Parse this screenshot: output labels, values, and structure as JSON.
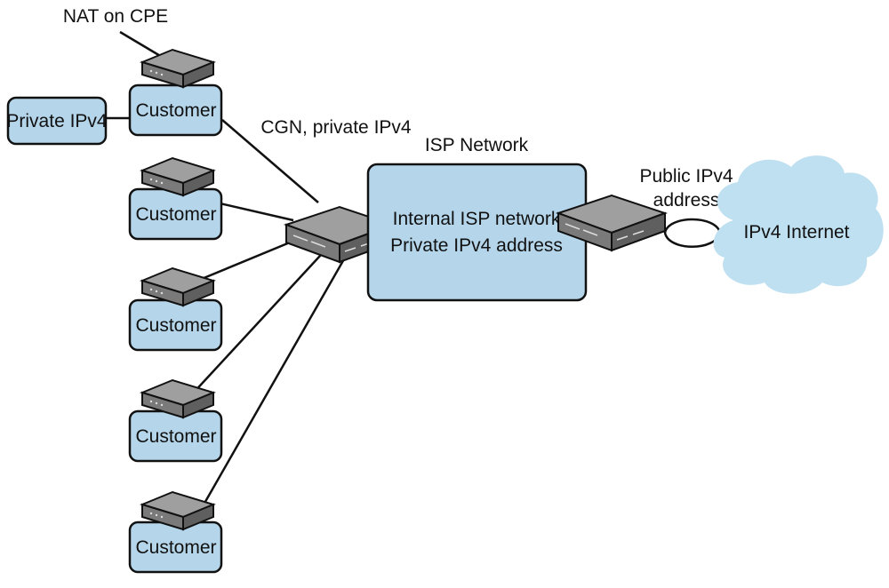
{
  "labels": {
    "nat_on_cpe": "NAT on CPE",
    "cgn_private_ipv4": "CGN, private IPv4",
    "isp_network": "ISP Network",
    "internal_line1": "Internal ISP network",
    "internal_line2": "Private IPv4 address",
    "public_line1": "Public IPv4",
    "public_line2": "address",
    "ipv4_internet": "IPv4 Internet",
    "private_ipv4": "Private IPv4"
  },
  "customers": [
    {
      "label": "Customer"
    },
    {
      "label": "Customer"
    },
    {
      "label": "Customer"
    },
    {
      "label": "Customer"
    },
    {
      "label": "Customer"
    }
  ],
  "colors": {
    "box_fill": "#b5d6ea",
    "device_top": "#9a9a9a",
    "device_front": "#6e6e6e",
    "cloud_fill": "#bfe0f0",
    "line": "#111111"
  }
}
